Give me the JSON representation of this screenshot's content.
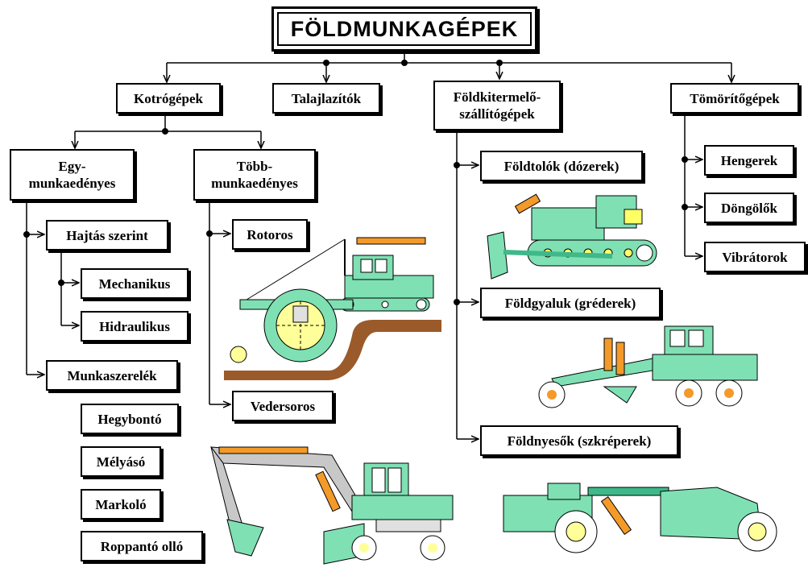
{
  "title": "FÖLDMUNKAGÉPEK",
  "categories": {
    "kotrogepek": "Kotrógépek",
    "talajlazitok": "Talajlazítók",
    "foldkitermelo": "Földkitermelő-\nszállítógépek",
    "tomoritogepek": "Tömörítőgépek"
  },
  "kotro_sub": {
    "egy": "Egy-\nmunkaedényes",
    "tobb": "Több-\nmunkaedényes"
  },
  "egy_items": {
    "hajtas": "Hajtás szerint",
    "mechanikus": "Mechanikus",
    "hidraulikus": "Hidraulikus",
    "munkaszerelek": "Munkaszerelék",
    "hegybonto": "Hegybontó",
    "melyaso": "Mélyásó",
    "markolo": "Markoló",
    "roppanto": "Roppantó olló"
  },
  "tobb_items": {
    "rotoros": "Rotoros",
    "vedersoros": "Vedersoros"
  },
  "foldki_items": {
    "doze": "Földtolók (dózerek)",
    "grader": "Földgyaluk (gréderek)",
    "scraper": "Földnyesők (szkréperek)"
  },
  "tomorito_items": {
    "hengerek": "Hengerek",
    "dongolok": "Döngölők",
    "vibratorok": "Vibrátorok"
  },
  "colors": {
    "machine": "#7fe0b4",
    "machine_dark": "#3fb88a",
    "ground": "#9b5a2a",
    "orange": "#f39a2a",
    "grey": "#c8c8c8",
    "yellow": "#ffff66"
  }
}
